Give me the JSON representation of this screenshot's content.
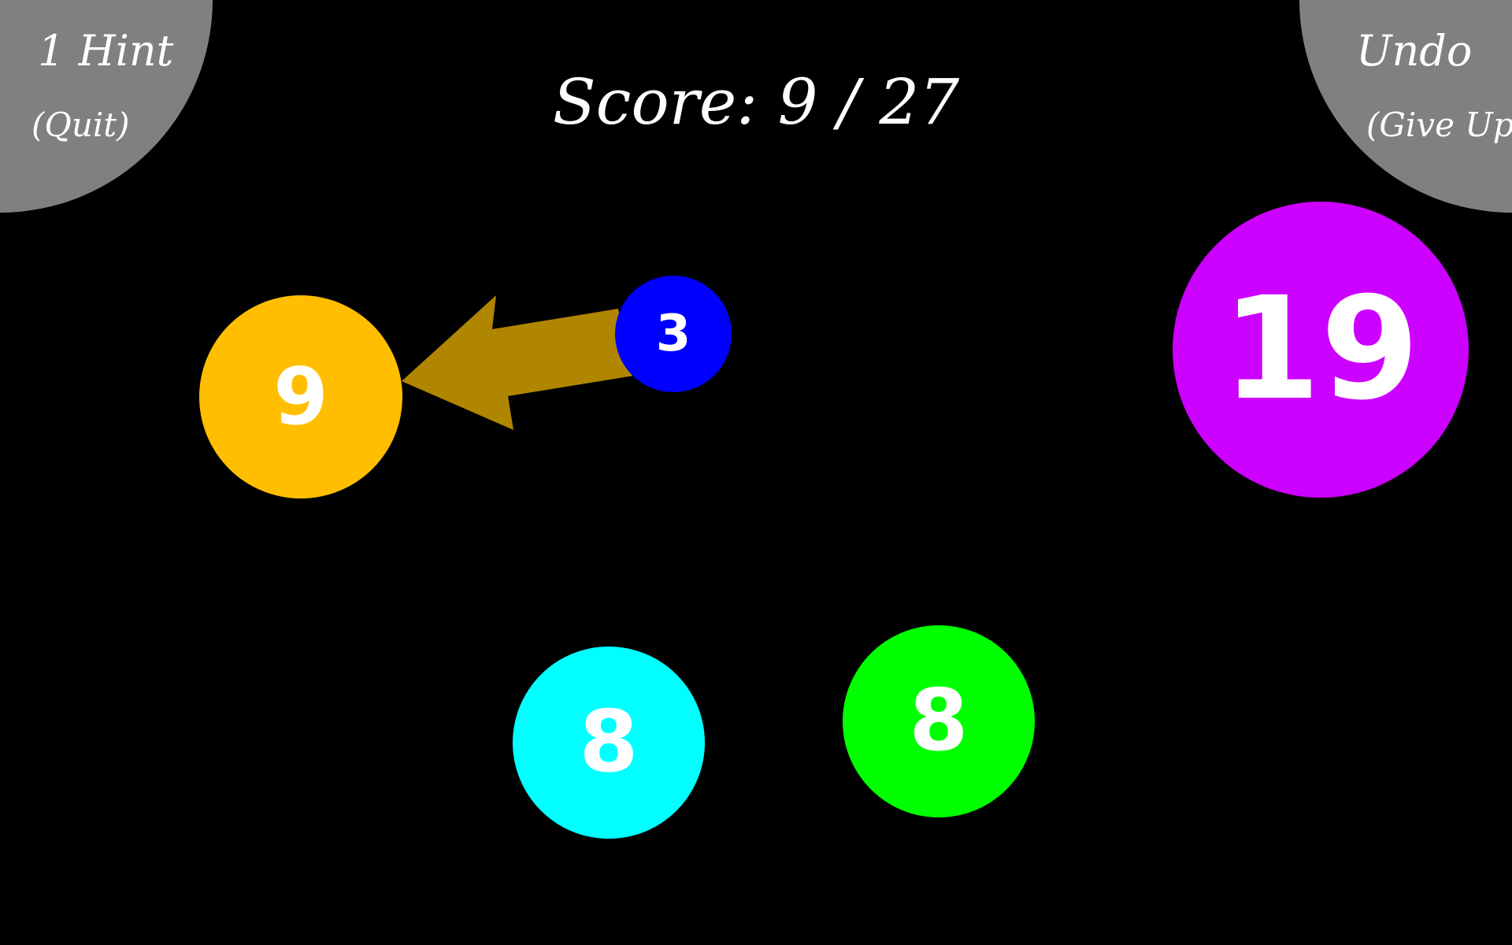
{
  "corners": {
    "left": {
      "top_label": "1 Hint",
      "bottom_label": "(Quit)",
      "color": "#808080"
    },
    "right": {
      "top_label": "Undo",
      "bottom_label": "(Give Up)",
      "color": "#808080"
    }
  },
  "score": {
    "text": "Score: 9 / 27"
  },
  "hint_arrow": {
    "color": "#b08600"
  },
  "balls": [
    {
      "id": "ball-9",
      "value": "9",
      "color": "#ffbf00"
    },
    {
      "id": "ball-3",
      "value": "3",
      "color": "#0000ff"
    },
    {
      "id": "ball-19",
      "value": "19",
      "color": "#cc00ff"
    },
    {
      "id": "ball-8-cyan",
      "value": "8",
      "color": "#00ffff"
    },
    {
      "id": "ball-8-green",
      "value": "8",
      "color": "#00ff00"
    }
  ]
}
